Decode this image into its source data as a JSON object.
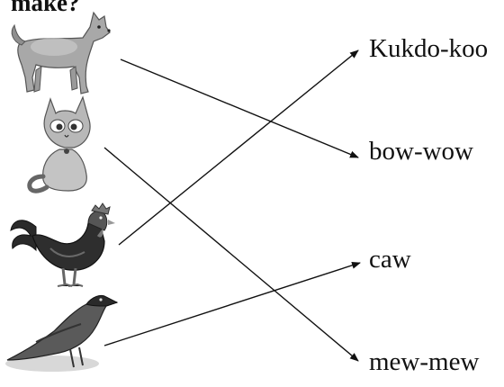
{
  "heading": "make?",
  "animals": [
    {
      "id": "dog",
      "icon": "dog-icon"
    },
    {
      "id": "cat",
      "icon": "cat-icon"
    },
    {
      "id": "rooster",
      "icon": "rooster-icon"
    },
    {
      "id": "crow",
      "icon": "crow-icon"
    }
  ],
  "sounds": [
    "Kukdo-koo",
    "bow-wow",
    "caw",
    "mew-mew"
  ],
  "matches": [
    {
      "animal": "dog",
      "sound": "bow-wow"
    },
    {
      "animal": "cat",
      "sound": "mew-mew"
    },
    {
      "animal": "rooster",
      "sound": "Kukdo-koo"
    },
    {
      "animal": "crow",
      "sound": "caw"
    }
  ],
  "colors": {
    "ink": "#111111",
    "fur": "#9a9a9a",
    "dark": "#2a2a2a",
    "comb": "#555555"
  }
}
